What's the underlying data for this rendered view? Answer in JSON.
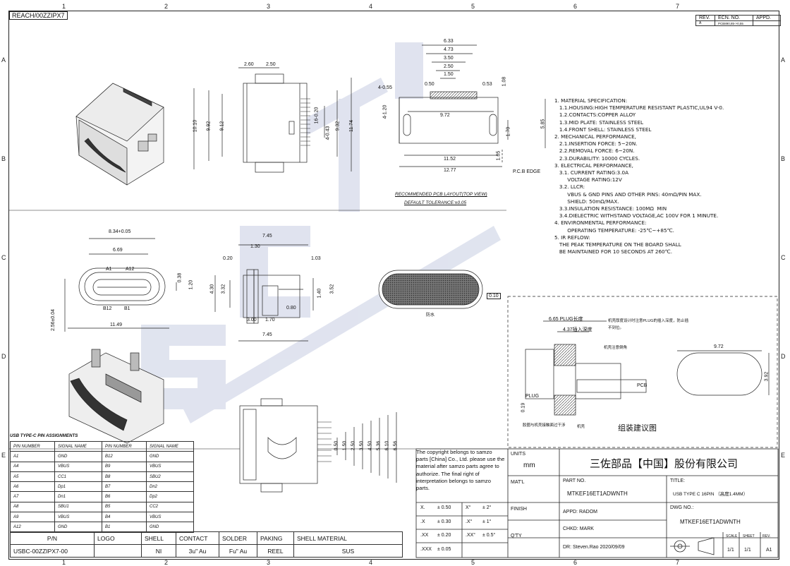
{
  "header": {
    "reach_tag": "REACH/00ZZIPX7",
    "rev_table": {
      "rev_label": "REV.",
      "ecn_label": "ECN. NO.",
      "appd_label": "APPD.",
      "row_rev": "A",
      "row_ecn": "PCB890,85->0,55"
    },
    "column_numbers": [
      "1",
      "2",
      "3",
      "4",
      "5",
      "6",
      "7"
    ],
    "row_letters": [
      "A",
      "B",
      "C",
      "D",
      "E"
    ]
  },
  "dimensions": {
    "top_view": [
      "2.60",
      "2.50",
      "10.10",
      "9.92",
      "9.12",
      "16-0.20",
      "4-0.43",
      "9.32",
      "11.74"
    ],
    "pcb_layout": [
      "6.33",
      "4.73",
      "3.50",
      "2.50",
      "1.50",
      "0.50",
      "0.53",
      "1.08",
      "4-0.55",
      "4-1.20",
      "9.72",
      "5.85",
      "1.70",
      "11.52",
      "12.77",
      "1.05"
    ],
    "front_view": [
      "8.34+0.05",
      "6.69",
      "A1",
      "A12",
      "B12",
      "B1",
      "0.38",
      "1.20",
      "2.56±0.04",
      "11.49"
    ],
    "side_view": [
      "7.45",
      "1.30",
      "0.20",
      "1.03",
      "4.30",
      "3.32",
      "3.52",
      "1.40",
      "0.80",
      "3.00",
      "1.70",
      "7.45"
    ],
    "bottom_view": [
      "0.50",
      "1.50",
      "2.50",
      "3.50",
      "4.50",
      "5.36",
      "6.10",
      "6.56"
    ],
    "plug_detail": [
      "6.65 PLUG长度",
      "4.37插入深度",
      "9.72",
      "3.92",
      "0.19",
      "PCB",
      "PLUG"
    ],
    "misc": [
      "0.10",
      "P.C.B EDGE"
    ]
  },
  "captions": {
    "pcb_layout": "RECOMMENDED PCB LAYOUT(TOP VIEW)",
    "tolerance": "DEFAULT TOLERANCE:±0.05",
    "assembly_title": "组装建议图",
    "sealing_note": "防水",
    "plug_note1": "机壳厚度设计时注意PLUG的插入深度，防止插",
    "plug_note2": "不到位。",
    "glue_note": "机壳注意倒角",
    "gasket_note": "胶圈与机壳接触面过干涉",
    "shell_note": "机壳"
  },
  "specs": [
    "1. MATERIAL SPECIFICATION:",
    "   1.1.HOUSING:HIGH TEMPERATURE RESISTANT PLASTIC,UL94 V-0.",
    "   1.2.CONTACTS:COPPER ALLOY",
    "   1.3.MID PLATE: STAINLESS STEEL",
    "   1.4.FRONT SHELL: STAINLESS STEEL",
    "2. MECHANICAL PERFORMANCE,",
    "   2.1.INSERTION FORCE: 5~20N.",
    "   2.2.REMOVAL FORCE: 6~20N.",
    "   2.3.DURABILITY: 10000 CYCLES.",
    "3. ELECTRICAL PERFORMANCE,",
    "   3.1. CURRENT RATING:3.0A",
    "        VOLTAGE RATING:12V",
    "   3.2. LLCR:",
    "        VBUS & GND PINS AND OTHER PINS: 40mΩ/PIN MAX.",
    "        SHIELD: 50mΩ/MAX.",
    "   3.3.INSULATION RESISTANCE: 100MΩ  MIN",
    "   3.4.DIELECTRIC WITHSTAND VOLTAGE,AC 100V FOR 1 MINUTE.",
    "4. ENVIRONMENTAL PERFORMANCE:",
    "        OPERATING TEMPERATURE: -25℃~+85℃.",
    "5. IR REFLOW:",
    "   THE PEAK TEMPERATURE ON THE BOARD SHALL",
    "   BE MAINTAINED FOR 10 SECONDS AT 260℃."
  ],
  "pin_assignments": {
    "title": "USB TYPE-C PIN ASSIGNMENTS",
    "headers": [
      "PIN NUMBER",
      "SIGNAL NAME",
      "PIN NUMBER",
      "SIGNAL NAME"
    ],
    "rows": [
      [
        "A1",
        "GND",
        "B12",
        "GND"
      ],
      [
        "A4",
        "VBUS",
        "B9",
        "VBUS"
      ],
      [
        "A5",
        "CC1",
        "B8",
        "SBU2"
      ],
      [
        "A6",
        "Dp1",
        "B7",
        "Dn2"
      ],
      [
        "A7",
        "Dn1",
        "B6",
        "Dp2"
      ],
      [
        "A8",
        "SBU1",
        "B5",
        "CC2"
      ],
      [
        "A9",
        "VBUS",
        "B4",
        "VBUS"
      ],
      [
        "A12",
        "GND",
        "B1",
        "GND"
      ]
    ]
  },
  "bom": {
    "headers": [
      "P/N",
      "LOGO",
      "SHELL",
      "CONTACT",
      "SOLDER",
      "PAKING",
      "SHELL MATERIAL"
    ],
    "values": [
      "USBC-00ZZIPX7-00",
      "",
      "NI",
      "3u\" Au",
      "Fu\" Au",
      "REEL",
      "SUS"
    ]
  },
  "copyright": "The copyright belongs to samzo parts [China] Co., Ltd. please use the material after samzo parts agree to authorize. The final right of interpretation belongs to samzo parts.",
  "tolerances": [
    [
      "X.",
      "± 0.50",
      "X°",
      "± 2°"
    ],
    [
      ".X",
      "± 0.30",
      ".X°",
      "± 1°"
    ],
    [
      ".XX",
      "± 0.20",
      ".XX°",
      "± 0.5°"
    ],
    [
      ".XXX",
      "± 0.05",
      "",
      ""
    ]
  ],
  "title_block": {
    "units_label": "UNITS",
    "units_value": "mm",
    "company": "三佐部品【中国】股份有限公司",
    "matl_label": "MAT'L",
    "finish_label": "FINISH",
    "qty_label": "Q'TY",
    "part_no_label": "PART NO.",
    "part_no": "MTKEF16ET1ADWNTH",
    "title_label": "TITLE:",
    "title_value": "USB TYPE C 16PIN （高度1.4MM）",
    "appd": "APPD:  RADOM",
    "chkd": "CHKD:  MARK",
    "dr": "DR:  Steven.Rao 2020/09/09",
    "dwg_label": "DWG NO.:",
    "dwg_no": "MTKEF16ET1ADWNTH",
    "scale_label": "SCALE",
    "sheet_label": "SHEET",
    "rev_label": "REV.",
    "scale": "1/1",
    "sheet": "1/1",
    "rev": "A1"
  }
}
